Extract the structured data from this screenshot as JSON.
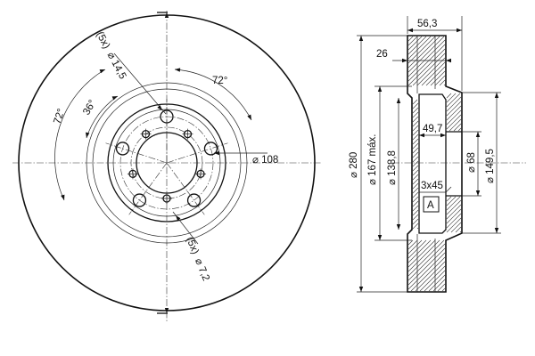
{
  "front_view": {
    "bolt_count_label": "(5x)",
    "bolt_hole_dia": "14,5",
    "angle_right": "72°",
    "angle_left": "72°",
    "angle_small": "36°",
    "pitch_circle_dia": "108",
    "screw_count_label": "(5x)",
    "screw_hole_dia": "7,2",
    "diameter_symbol": "⌀"
  },
  "section_view": {
    "overall_thickness": "56,3",
    "disc_thickness": "26",
    "outer_dia": "280",
    "effective_dia": "167 máx.",
    "hat_dia": "138,8",
    "hub_height": "49,7",
    "chamfer": "3x45",
    "center_bore": "68",
    "bore_outer_dia": "149,5",
    "detail_label": "A",
    "diameter_symbol": "⌀"
  }
}
